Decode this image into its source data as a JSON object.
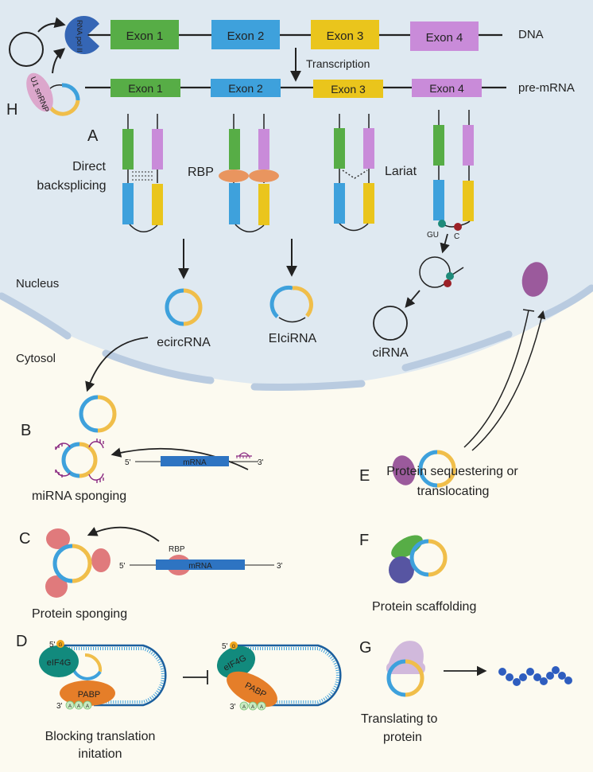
{
  "colors": {
    "nucleus_bg": "#dfe9f1",
    "cytosol_bg": "#fcfaf0",
    "membrane": "#b9cbe0",
    "exon1": "#57ad46",
    "exon2": "#3ea1dc",
    "exon3": "#eac51c",
    "exon4": "#c98bd9",
    "circ_blue": "#3ea1dc",
    "circ_yellow": "#f0be4a",
    "rna_pol": "#3566b5",
    "u1_snrnp": "#dca7cc",
    "rbp_orange": "#e9955f",
    "protein_red": "#e07a7c",
    "protein_purple": "#9b5a9c",
    "protein_green": "#57ad46",
    "protein_indigo": "#5755a2",
    "mirna": "#8b2a82",
    "mrna_bar": "#2e74c2",
    "eif4g": "#128a7d",
    "pabp": "#e57e29",
    "polya": "#c9eac1",
    "cap": "#f2a81d",
    "gu_dot": "#1f8b7a",
    "c_dot": "#9b2127",
    "ribosome": "#d1b9dc",
    "peptide": "#2e5dbf"
  },
  "top": {
    "rna_pol_label": "RNA pol II",
    "u1_snrnp_label": "U1 snRNP",
    "dna_label": "DNA",
    "pre_mrna_label": "pre-mRNA",
    "transcription_label": "Transcription",
    "exons": [
      "Exon 1",
      "Exon 2",
      "Exon 3",
      "Exon 4"
    ]
  },
  "panels": {
    "A": {
      "letter": "A",
      "direct_label_1": "Direct",
      "direct_label_2": "backsplicing",
      "rbp_label": "RBP",
      "lariat_label": "Lariat",
      "gu_label": "GU",
      "c_label": "C"
    },
    "compartments": {
      "nucleus": "Nucleus",
      "cytosol": "Cytosol"
    },
    "products": {
      "ecircrna": "ecircRNA",
      "eicirna": "EIciRNA",
      "cirna": "ciRNA"
    },
    "B": {
      "letter": "B",
      "caption": "miRNA sponging",
      "mrna": "mRNA",
      "five": "5'",
      "three": "3'"
    },
    "C": {
      "letter": "C",
      "caption": "Protein sponging",
      "mrna": "mRNA",
      "rbp": "RBP",
      "five": "5'",
      "three": "3'"
    },
    "D": {
      "letter": "D",
      "caption_1": "Blocking translation",
      "caption_2": "initation",
      "eif4g": "eIF4G",
      "pabp": "PABP",
      "cap": "G",
      "polya": "A",
      "five": "5'",
      "three": "3'"
    },
    "E": {
      "letter": "E",
      "caption_1": "Protein sequestering or",
      "caption_2": "translocating"
    },
    "F": {
      "letter": "F",
      "caption": "Protein scaffolding"
    },
    "G": {
      "letter": "G",
      "caption_1": "Translating to",
      "caption_2": "protein"
    },
    "H": {
      "letter": "H"
    }
  }
}
